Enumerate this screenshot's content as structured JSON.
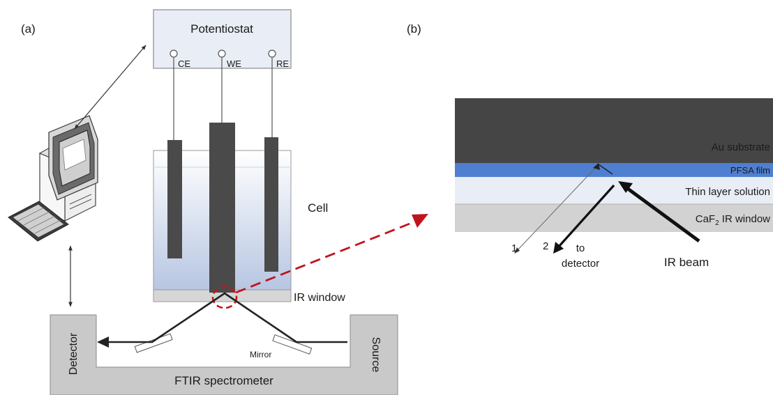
{
  "panel_a": {
    "label": "(a)",
    "potentiostat": {
      "title": "Potentiostat",
      "terminals": [
        "CE",
        "WE",
        "RE"
      ]
    },
    "cell_label": "Cell",
    "window_label": "IR window",
    "spectrometer": {
      "title": "FTIR spectrometer",
      "detector": "Detector",
      "source": "Source",
      "mirror": "Mirror"
    }
  },
  "panel_b": {
    "label": "(b)",
    "layers": [
      {
        "name": "Au substrate",
        "color": "#454545",
        "text_color": "#e6e6e6"
      },
      {
        "name": "PFSA film",
        "color": "#4f7fd0",
        "text_color": "#cfe0ff"
      },
      {
        "name": "Thin layer solution",
        "color": "#e9edf5",
        "text_color": "#1a1a1a"
      },
      {
        "name_prefix": "CaF",
        "name_sub": "2",
        "name_suffix": " IR window",
        "color": "#d2d2d2",
        "text_color": "#1a1a1a"
      }
    ],
    "beam_labels": {
      "path1": "1",
      "path2": "2",
      "to_detector_1": "to",
      "to_detector_2": "detector",
      "ir_beam": "IR beam"
    }
  },
  "colors": {
    "electrode": "#4a4a4a",
    "cell_solution": "#c8d4e8",
    "highlight": "#c0141c",
    "spectrometer_body": "#c9c9c9",
    "potentiostat_fill": "#e9edf5"
  }
}
